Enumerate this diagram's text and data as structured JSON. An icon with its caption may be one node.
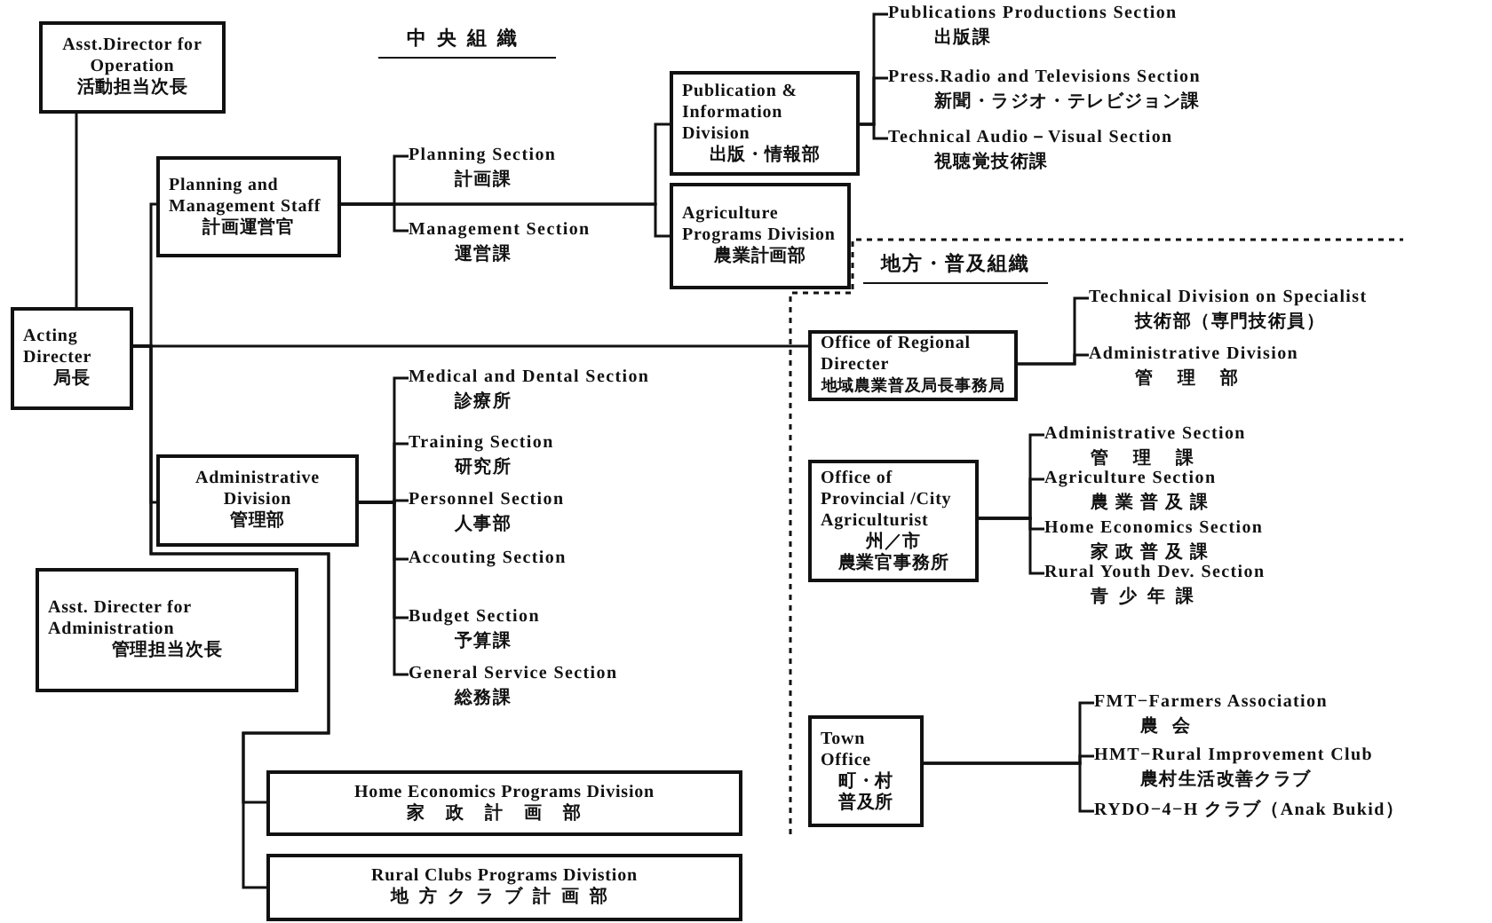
{
  "diagram": {
    "nodes": [
      {
        "text": [
          "Asst.Director for Operation",
          "活動担当次長"
        ]
      },
      {
        "text": [
          "Planning and Management Staff",
          "計画運営官"
        ]
      },
      {
        "text": [
          "Publication & Information Division",
          "出版・情報部"
        ]
      },
      {
        "text": [
          "Agriculture Programs Division",
          "農業計画部"
        ]
      },
      {
        "text": [
          "Acting Directer",
          "局長"
        ]
      },
      {
        "text": [
          "Administrative Division",
          "管理部"
        ]
      },
      {
        "text": [
          "Office of Regional Directer",
          "地域農業普及局長事務局"
        ]
      },
      {
        "text": [
          "Office of Provincial /City Agriculturist",
          "州／市",
          "農業官事務所"
        ]
      },
      {
        "text": [
          "Asst. Directer for Administration",
          "管理担当次長"
        ]
      },
      {
        "text": [
          "Town Office",
          "町・村",
          "普及所"
        ]
      },
      {
        "text": [
          "Home Economics Programs Division",
          "家政計画部"
        ]
      },
      {
        "text": [
          "Rural Clubs Programs Divistion",
          "地方クラブ計画部"
        ]
      },
      {
        "text": [
          "Planning Section",
          "計画課"
        ]
      },
      {
        "text": [
          "Management Section",
          "運営課"
        ]
      },
      {
        "text": [
          "Publications Productions Section",
          "出版課"
        ]
      },
      {
        "text": [
          "Press.Radio and Televisions Section",
          "新聞・ラジオ・テレビジョン課"
        ]
      },
      {
        "text": [
          "Technical Audio－Visual Section",
          "視聴覚技術課"
        ]
      },
      {
        "text": [
          "Medical and Dental Section",
          "診療所"
        ]
      },
      {
        "text": [
          "Training Section",
          "研究所"
        ]
      },
      {
        "text": [
          "Personnel Section",
          "人事部"
        ]
      },
      {
        "text": [
          "Accouting Section"
        ]
      },
      {
        "text": [
          "Budget Section",
          "予算課"
        ]
      },
      {
        "text": [
          "General Service Section",
          "総務課"
        ]
      },
      {
        "text": [
          "Technical Division on Specialist",
          "技術部（専門技術員）"
        ]
      },
      {
        "text": [
          "Administrative Division",
          "管理部"
        ]
      },
      {
        "text": [
          "Administrative Section",
          "管理課"
        ]
      },
      {
        "text": [
          "Agriculture Section",
          "農業普及課"
        ]
      },
      {
        "text": [
          "Home Economics Section",
          "家政普及課"
        ]
      },
      {
        "text": [
          "Rural Youth Dev. Section",
          "青少年課"
        ]
      },
      {
        "text": [
          "FMT−Farmers Association",
          "農会"
        ]
      },
      {
        "text": [
          "HMT−Rural Improvement Club",
          "農村生活改善クラブ"
        ]
      },
      {
        "text": [
          "RYDO−4−H クラブ（Anak Bukid）"
        ]
      }
    ],
    "edges": [
      {
        "from": 0,
        "to": 4,
        "arrow": "none"
      },
      {
        "from": 4,
        "to": 1,
        "arrow": "none"
      },
      {
        "from": 4,
        "to": 5,
        "arrow": "none"
      },
      {
        "from": 4,
        "to": 6,
        "arrow": "none"
      },
      {
        "from": 4,
        "to": 10,
        "arrow": "none"
      },
      {
        "from": 4,
        "to": 11,
        "arrow": "none"
      },
      {
        "from": 1,
        "to": 12,
        "arrow": "none"
      },
      {
        "from": 1,
        "to": 13,
        "arrow": "none"
      },
      {
        "from": 1,
        "to": 2,
        "arrow": "none"
      },
      {
        "from": 1,
        "to": 3,
        "arrow": "none"
      },
      {
        "from": 2,
        "to": 14,
        "arrow": "none"
      },
      {
        "from": 2,
        "to": 15,
        "arrow": "none"
      },
      {
        "from": 2,
        "to": 16,
        "arrow": "none"
      },
      {
        "from": 5,
        "to": 17,
        "arrow": "none"
      },
      {
        "from": 5,
        "to": 18,
        "arrow": "none"
      },
      {
        "from": 5,
        "to": 19,
        "arrow": "none"
      },
      {
        "from": 5,
        "to": 20,
        "arrow": "none"
      },
      {
        "from": 5,
        "to": 21,
        "arrow": "none"
      },
      {
        "from": 5,
        "to": 22,
        "arrow": "none"
      },
      {
        "from": 6,
        "to": 23,
        "arrow": "none"
      },
      {
        "from": 6,
        "to": 24,
        "arrow": "none"
      },
      {
        "from": 7,
        "to": 25,
        "arrow": "none"
      },
      {
        "from": 7,
        "to": 26,
        "arrow": "none"
      },
      {
        "from": 7,
        "to": 27,
        "arrow": "none"
      },
      {
        "from": 7,
        "to": 28,
        "arrow": "none"
      },
      {
        "from": 9,
        "to": 29,
        "arrow": "none"
      },
      {
        "from": 9,
        "to": 30,
        "arrow": "none"
      },
      {
        "from": 9,
        "to": 31,
        "arrow": "none"
      }
    ],
    "labels": [
      "中央組織",
      "地方・普及組織"
    ]
  }
}
